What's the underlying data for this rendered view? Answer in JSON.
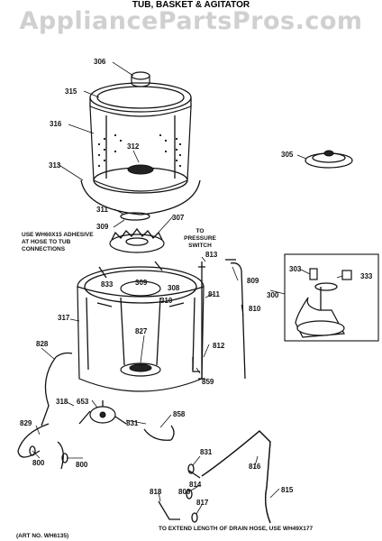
{
  "watermark": "AppliancePartsPros.com",
  "diagram_title": "TUB, BASKET & AGITATOR",
  "notes": {
    "adhesive": [
      "USE WH60X15 ADHESIVE",
      "AT HOSE TO TUB",
      "CONNECTIONS"
    ],
    "pressure_switch": [
      "TO",
      "PRESSURE",
      "SWITCH"
    ],
    "drain_hose": "TO EXTEND LENGTH OF DRAIN HOSE, USE WH49X177",
    "art_no": "(ART NO. WH6135)"
  },
  "callouts": [
    "306",
    "315",
    "316",
    "312",
    "313",
    "305",
    "311",
    "309",
    "307",
    "813",
    "809",
    "308",
    "309",
    "310",
    "833",
    "303",
    "333",
    "811",
    "300",
    "317",
    "810",
    "827",
    "812",
    "828",
    "859",
    "318",
    "653",
    "858",
    "831",
    "829",
    "800",
    "800",
    "831",
    "814",
    "816",
    "800",
    "817",
    "815",
    "818"
  ]
}
